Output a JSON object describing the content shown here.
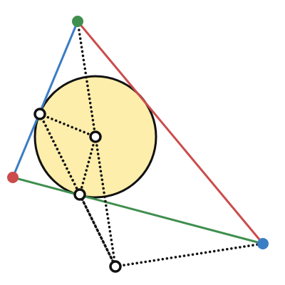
{
  "diagram": {
    "description_free": true,
    "colors": {
      "background": "#ffffff",
      "circle_fill": "#fdeeab",
      "circle_stroke": "#111111",
      "side_blue": "#3b7dc4",
      "side_red": "#cc4c4c",
      "side_green": "#3f8f4f",
      "vertex_green": "#3f8f4f",
      "vertex_red": "#cc4c4c",
      "vertex_blue": "#3b7dc4",
      "dotted": "#111111",
      "hollow_point_fill": "#ffffff",
      "hollow_point_stroke": "#111111"
    },
    "elements": {
      "vertices": [
        "vertex-top-green",
        "vertex-left-red",
        "vertex-right-blue"
      ],
      "hollow_points": [
        "incenter-point",
        "tangent-point-left",
        "tangent-point-bottom",
        "external-point"
      ]
    }
  }
}
